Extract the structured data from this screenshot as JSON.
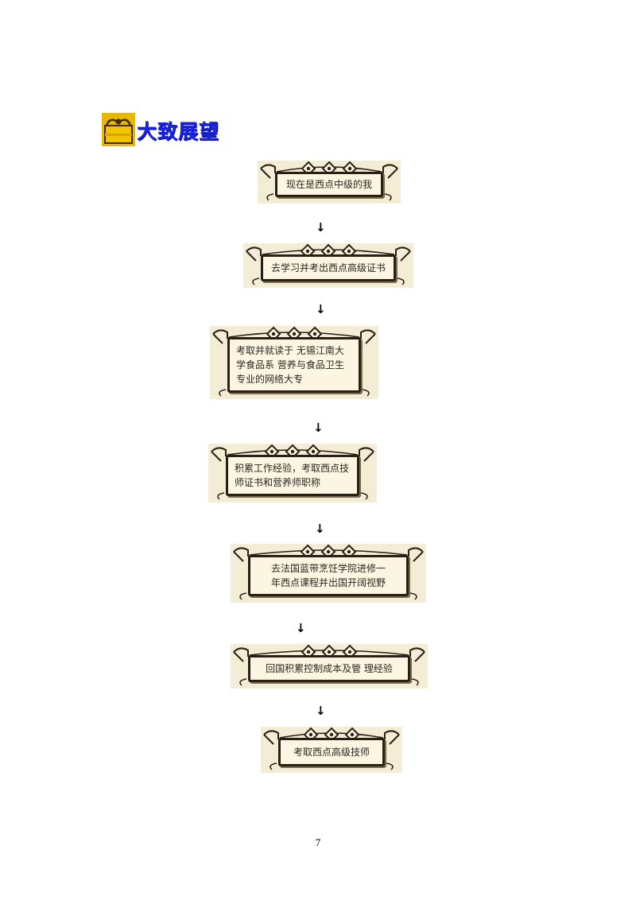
{
  "heading": {
    "text": "大致展望",
    "icon": "gift-box-icon"
  },
  "steps": [
    {
      "text": "现在是西点中级的我"
    },
    {
      "text": "去学习并考出西点高级证书"
    },
    {
      "text": "考取并就读于 无锡江南大\n学食品系 营养与食品卫生\n专业的网络大专"
    },
    {
      "text": "积累工作经验，考取西点技\n师证书和营养师职称"
    },
    {
      "text": "去法国蓝带烹饪学院进修一\n年西点课程并出国开阔视野"
    },
    {
      "text": "回国积累控制成本及管 理经验"
    },
    {
      "text": "考取西点高级技师"
    }
  ],
  "arrow_glyph": "↓",
  "page_number": "7",
  "colors": {
    "heading": "#1a24e0",
    "frame": "#2a1f14",
    "parchment": "#f4edd6",
    "icon": "#e8b800"
  }
}
